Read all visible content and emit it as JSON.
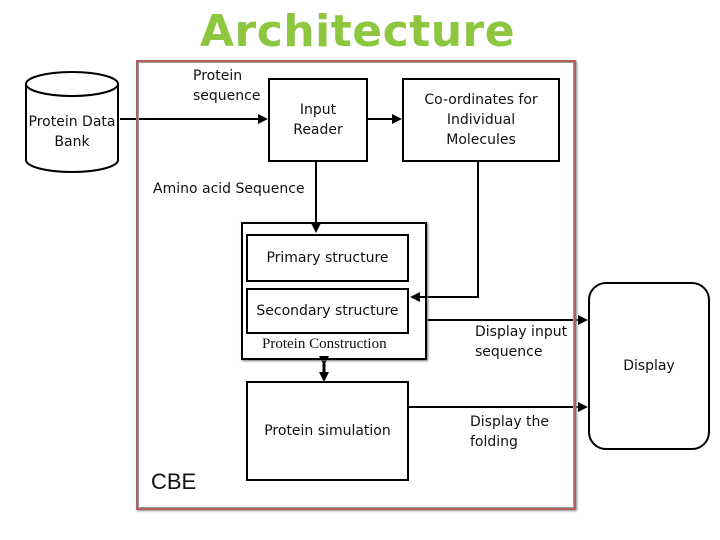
{
  "title": "Architecture",
  "database": {
    "label": "Protein Data Bank"
  },
  "labels": {
    "protein_sequence": "Protein sequence",
    "amino_acid_sequence": "Amino acid  Sequence",
    "protein_construction": "Protein Construction",
    "display_input_sequence": "Display input sequence",
    "display_the_folding": "Display the folding",
    "cbe": "CBE"
  },
  "boxes": {
    "input_reader": "Input Reader",
    "coordinates": "Co-ordinates for Individual Molecules",
    "primary_structure": "Primary structure",
    "secondary_structure": "Secondary structure",
    "protein_simulation": "Protein simulation",
    "display": "Display"
  },
  "colors": {
    "title": "#8dc63f",
    "frame": "#b06060"
  }
}
